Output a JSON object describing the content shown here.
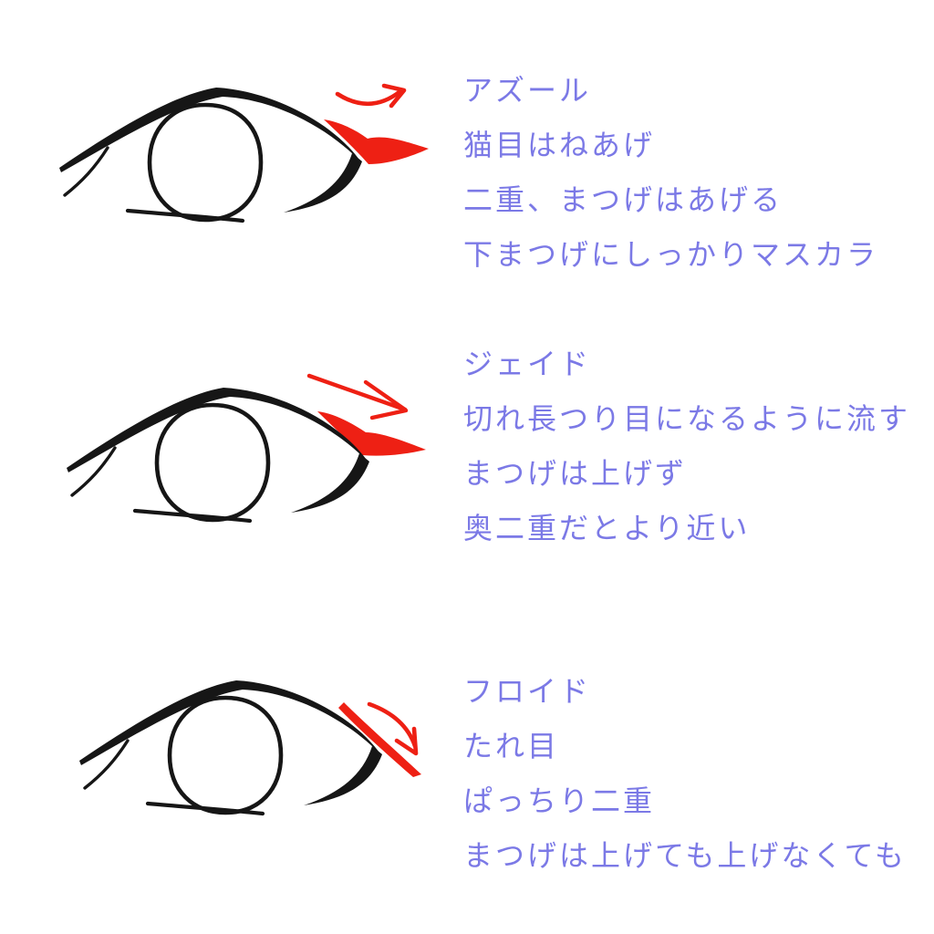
{
  "colors": {
    "bg": "#ffffff",
    "text": "#7b79e6",
    "ink": "#161616",
    "red": "#ee2014"
  },
  "sections": [
    {
      "title": "アズール",
      "lines": [
        "猫目はねあげ",
        "二重、まつげはあげる",
        "下まつげにしっかりマスカラ"
      ],
      "wing_icon": "liner-wing-flick-up",
      "arrow_icon": "curved-arrow-up-right"
    },
    {
      "title": "ジェイド",
      "lines": [
        "切れ長つり目になるように流す",
        "まつげは上げず",
        "奥二重だとより近い"
      ],
      "wing_icon": "liner-wing-long-straight",
      "arrow_icon": "straight-arrow-down-right"
    },
    {
      "title": "フロイド",
      "lines": [
        "たれ目",
        "ぱっちり二重",
        "まつげは上げても上げなくても"
      ],
      "wing_icon": "liner-wing-droop-down",
      "arrow_icon": "curved-arrow-down-right"
    }
  ]
}
